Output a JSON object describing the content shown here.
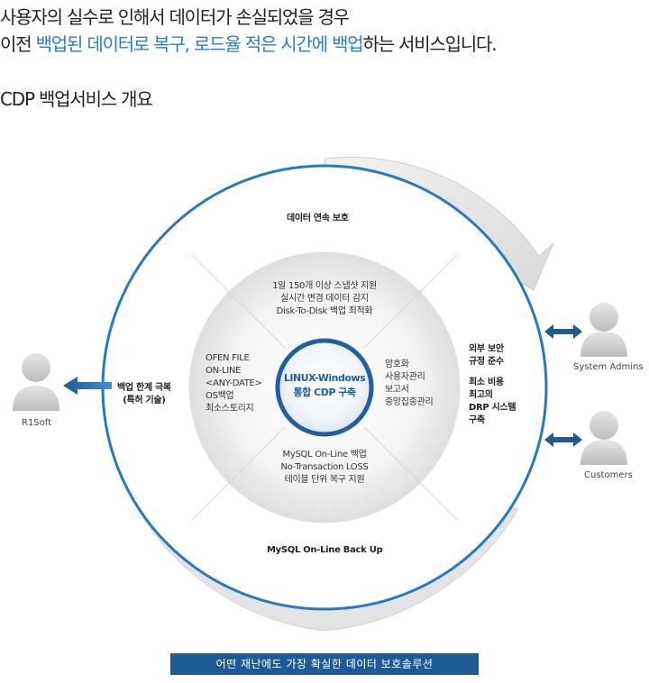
{
  "intro": {
    "line1": "사용자의 실수로 인해서 데이터가 손실되었을 경우",
    "line2_prefix": "이전 ",
    "line2_highlight": "백업된 데이터로 복구, 로드율 적은 시간에 백업",
    "line2_suffix": "하는 서비스입니다."
  },
  "section_title": "CDP 백업서비스 개요",
  "diagram": {
    "outer_top_label": "데이터 연속 보호",
    "outer_bottom_label": "MySQL On-Line Back Up",
    "top_quadrant": [
      "1일 150개 이상 스냅샷 지원",
      "실시간 변경 데이터 감지",
      "Disk-To-Disk 백업 최적화"
    ],
    "left_quadrant": [
      "OFEN FILE",
      "ON-LINE",
      "<ANY-DATE>",
      "OS백업",
      "최소스토리지"
    ],
    "right_quadrant": [
      "암호화",
      "사용자관리",
      "보고서",
      "중앙집중관리"
    ],
    "bottom_quadrant": [
      "MySQL On-Line 백업",
      "No-Transaction LOSS",
      "테이블 단위 복구 지원"
    ],
    "core": [
      "LINUX-Windows",
      "통합 CDP 구축"
    ],
    "left_side": [
      "백업 한계 극복",
      "(특허 기술)"
    ],
    "right_side_a": [
      "외부 보안",
      "규정 준수"
    ],
    "right_side_b": [
      "최소 비용",
      "최고의",
      "DRP 시스템",
      "구축"
    ]
  },
  "people": {
    "left": "R1Soft",
    "right_top": "System Admins",
    "right_bottom": "Customers"
  },
  "banner": "어떤 재난에도 가장 확실한 데이터 보호솔루션",
  "colors": {
    "accent": "#2a7fc2",
    "dark_blue": "#1d5a96",
    "ring_blue": "#2a78bf"
  }
}
